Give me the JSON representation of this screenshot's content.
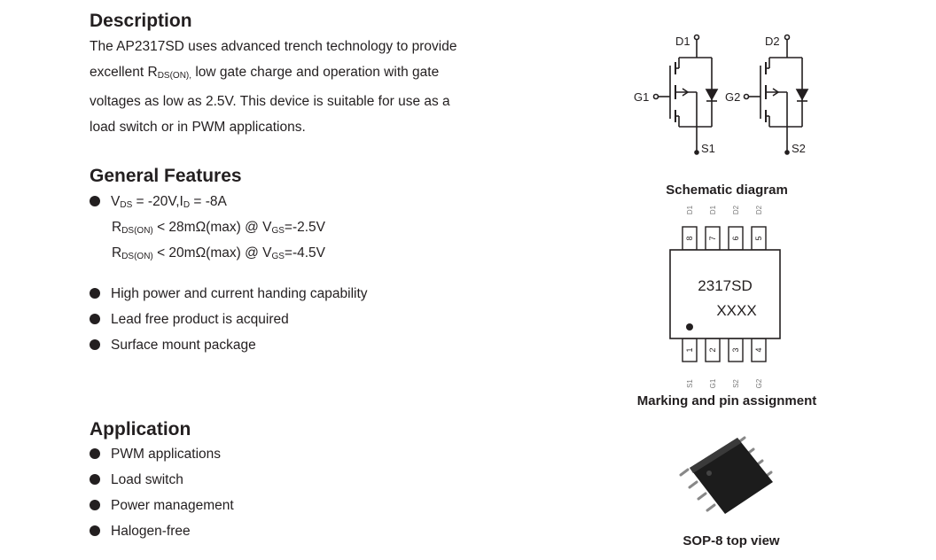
{
  "description": {
    "heading": "Description",
    "lines": [
      "The AP2317SD uses advanced trench technology to provide",
      "excellent R_DS(ON), low gate charge and operation with gate",
      "voltages as low as 2.5V. This device is suitable for use as a",
      "load switch or in PWM applications."
    ],
    "line2_a": "excellent R",
    "line2_sub": "DS(ON),",
    "line2_b": " low gate charge and operation with gate"
  },
  "features": {
    "heading": "General Features",
    "spec": {
      "v": "V",
      "v_sub": "DS",
      "v_val": " = -20V,I",
      "i_sub": "D",
      "i_val": " = -8A",
      "r1_sym": "R",
      "r1_sub": "DS(ON)",
      "r1_val": " < 28mΩ(max) @ V",
      "r1_vsub": "GS",
      "r1_cond": "=-2.5V",
      "r2_sym": "R",
      "r2_sub": "DS(ON)",
      "r2_val": " < 20mΩ(max) @ V",
      "r2_vsub": "GS",
      "r2_cond": "=-4.5V"
    },
    "items": [
      "High power and current handing capability",
      "Lead free product is acquired",
      "Surface mount package"
    ]
  },
  "application": {
    "heading": "Application",
    "items": [
      "PWM applications",
      "Load switch",
      "Power management",
      "Halogen-free"
    ]
  },
  "schematic": {
    "caption": "Schematic diagram",
    "labels": {
      "d1": "D1",
      "d2": "D2",
      "g1": "G1",
      "g2": "G2",
      "s1": "S1",
      "s2": "S2"
    }
  },
  "package": {
    "caption": "Marking and pin assignment",
    "marking_line1": "2317SD",
    "marking_line2": "XXXX",
    "top_pins": [
      "8",
      "7",
      "6",
      "5"
    ],
    "bottom_pins": [
      "1",
      "2",
      "3",
      "4"
    ],
    "top_signals": [
      "D1",
      "D1",
      "D2",
      "D2"
    ],
    "bottom_signals": [
      "S1",
      "G1",
      "S2",
      "G2"
    ]
  },
  "top_view": {
    "caption": "SOP-8 top view"
  }
}
